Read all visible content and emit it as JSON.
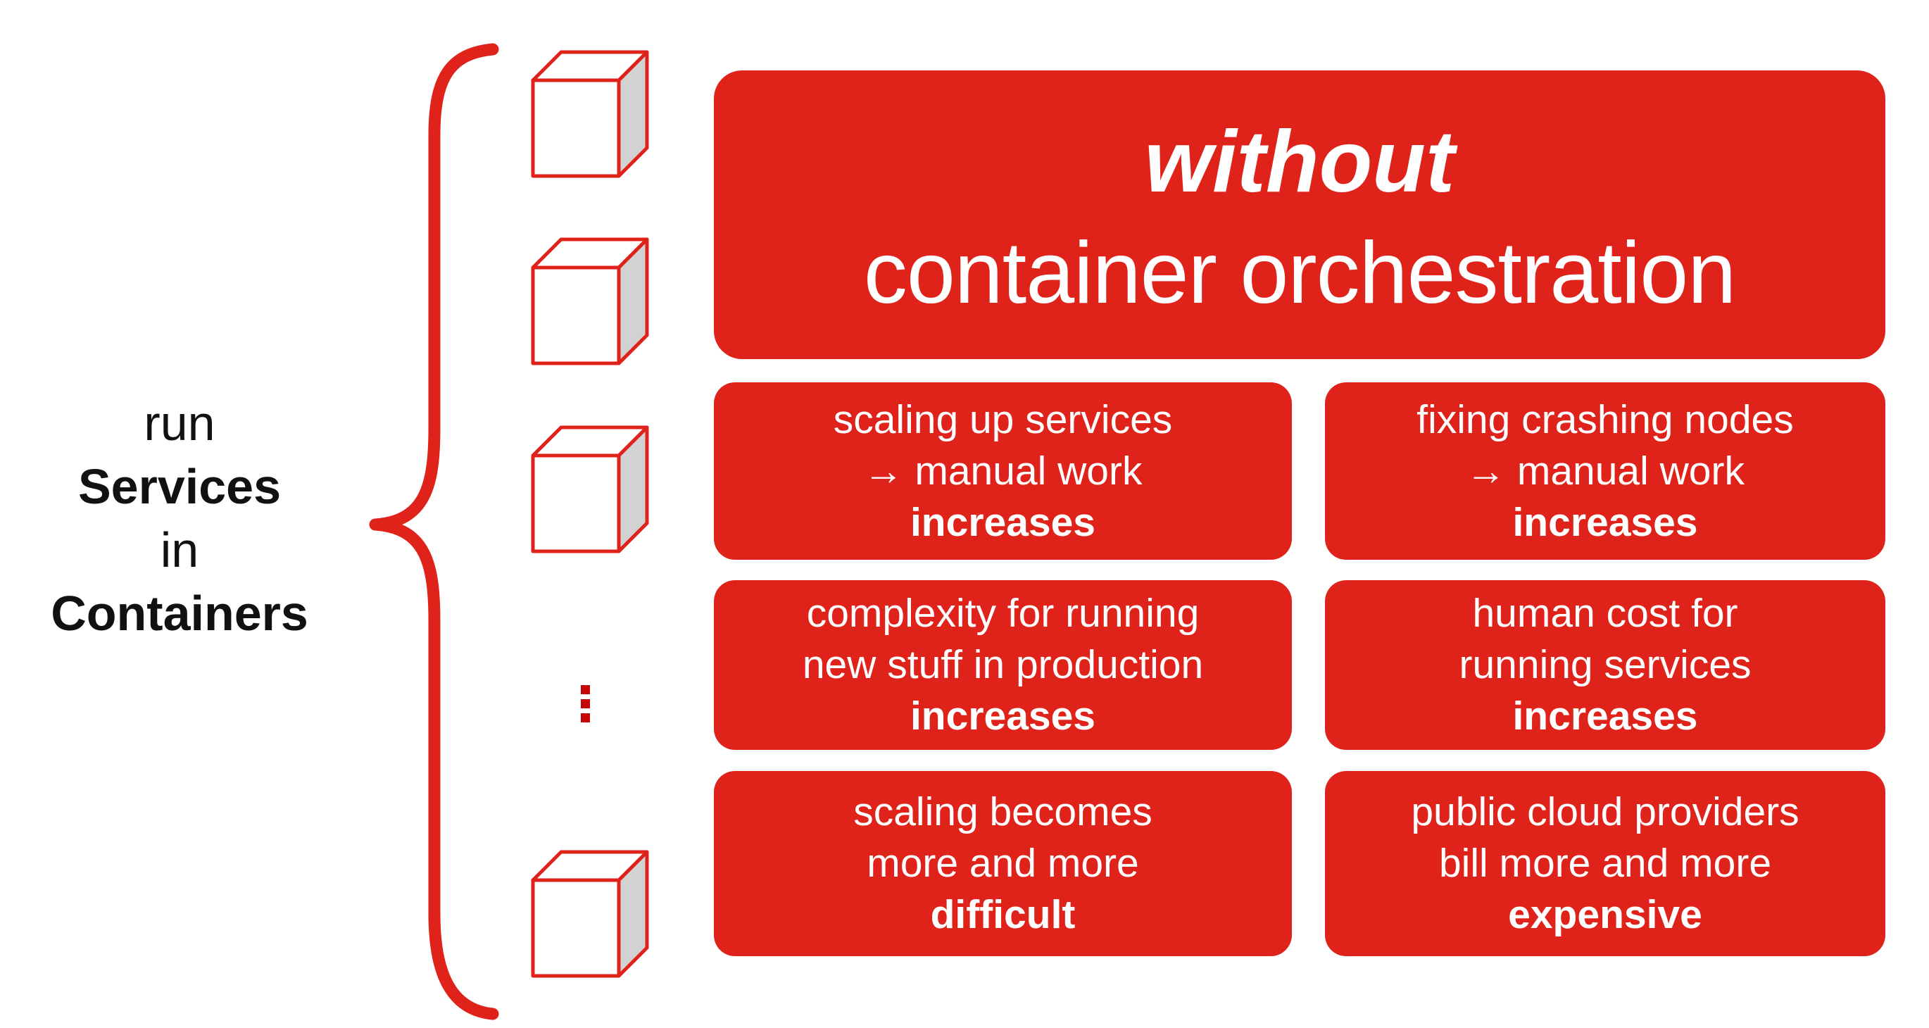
{
  "palette": {
    "card_red": "#e0231a",
    "ellipsis_dark_red": "#c60606",
    "cube_side_gray": "#d2d2d2",
    "label_black": "#111111",
    "text_white": "#ffffff"
  },
  "left_label": {
    "line1": "run",
    "line2": "Services",
    "line3": "in",
    "line4": "Containers"
  },
  "icons": {
    "brace": "left-curly-brace-icon",
    "cube": "container-cube-icon",
    "ellipsis": "vertical-ellipsis-icon"
  },
  "title": {
    "emphasis": "without",
    "subject": "container orchestration"
  },
  "cards": [
    {
      "line1": "scaling up services",
      "line2": "→ manual work",
      "emphasis": "increases"
    },
    {
      "line1": "fixing crashing nodes",
      "line2": "→ manual work",
      "emphasis": "increases"
    },
    {
      "line1": "complexity for running",
      "line2": "new stuff in production",
      "emphasis": "increases"
    },
    {
      "line1": "human cost for",
      "line2": "running services",
      "emphasis": "increases"
    },
    {
      "line1": "scaling becomes",
      "line2": "more and more",
      "emphasis": "difficult"
    },
    {
      "line1": "public cloud providers",
      "line2": "bill more and more",
      "emphasis": "expensive"
    }
  ]
}
